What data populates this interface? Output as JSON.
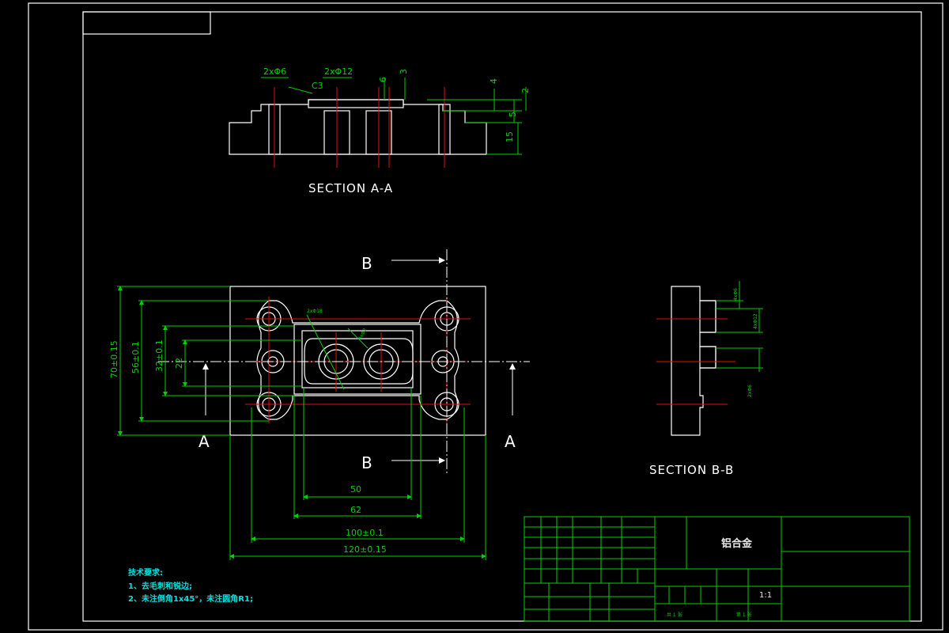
{
  "views": {
    "section_aa": {
      "title": "SECTION A-A",
      "callouts": {
        "holes_small": "2xΦ6",
        "holes_large": "2xΦ12",
        "chamfer": "C3",
        "depth_6": "6",
        "depth_3": "3",
        "dim_4": "4",
        "dim_2": "2",
        "dim_5": "5",
        "dim_15": "15"
      }
    },
    "plan": {
      "section_markers": {
        "a": "A",
        "b": "B"
      },
      "dims": {
        "height_70": "70±0.15",
        "height_56": "56±0.1",
        "height_32": "32±0.1",
        "height_22": "22",
        "width_50": "50",
        "width_62": "62",
        "width_100": "100±0.1",
        "width_120": "120±0.15",
        "callout_2x18": "2xΦ18",
        "callout_r": "4xΦ2"
      }
    },
    "section_bb": {
      "title": "SECTION B-B",
      "callouts": {
        "holes_4x6": "4xΦ6",
        "holes_4x12": "4xΦ12",
        "holes_2x6": "2xΦ6"
      }
    }
  },
  "notes": {
    "heading": "技术要求:",
    "items": [
      "1、去毛刺和锐边;",
      "2、未注倒角1x45°，未注圆角R1;"
    ]
  },
  "title_block": {
    "material": "铝合金",
    "scale": "1:1",
    "sheet_total": "共 1 张",
    "sheet_no": "第 1 张"
  }
}
